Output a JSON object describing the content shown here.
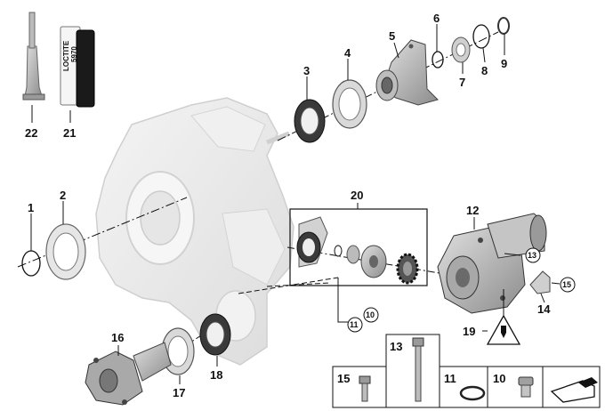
{
  "callouts": {
    "c1": "1",
    "c2": "2",
    "c3": "3",
    "c4": "4",
    "c5": "5",
    "c6": "6",
    "c7": "7",
    "c8": "8",
    "c9": "9",
    "c10": "10",
    "c11": "11",
    "c12": "12",
    "c13": "13",
    "c14": "14",
    "c15": "15",
    "c16": "16",
    "c17": "17",
    "c18": "18",
    "c19": "19",
    "c20": "20",
    "c21": "21",
    "c22": "22"
  },
  "circled": {
    "group_11": "11",
    "group_10": "10",
    "motor_13": "13",
    "bracket_15": "15"
  },
  "tube_label": {
    "brand": "LOCTITE",
    "code": "5970"
  },
  "legend": {
    "box_15": "15",
    "box_13": "13",
    "box_11": "11",
    "box_10": "10"
  },
  "colors": {
    "line": "#111111",
    "part_fill": "#b8b8b8",
    "part_dark": "#6a6a6a",
    "casing": "#ececec"
  }
}
